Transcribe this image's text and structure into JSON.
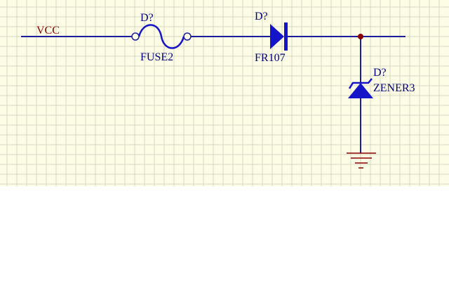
{
  "schematic": {
    "colors": {
      "sheet_background": "#fdfde6",
      "grid_line": "#d6d6c2",
      "wire": "#1c1c9e",
      "component": "#1414c8",
      "net_label": "#8b0000",
      "designator_text": "#000080",
      "junction": "#8b0000",
      "ground": "#8b0000"
    },
    "net_label": "VCC",
    "components": {
      "fuse": {
        "designator": "D?",
        "value": "FUSE2",
        "icon": "fuse-icon"
      },
      "diode": {
        "designator": "D?",
        "value": "FR107",
        "icon": "diode-icon"
      },
      "zener": {
        "designator": "D?",
        "value": "ZENER3",
        "icon": "zener-diode-icon"
      },
      "ground": {
        "icon": "ground-icon"
      },
      "junction": {
        "icon": "junction-dot-icon"
      }
    }
  }
}
